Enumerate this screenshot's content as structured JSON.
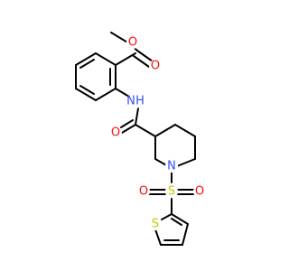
{
  "colors": {
    "bond": "#000000",
    "oxygen": "#ff0d0d",
    "nitrogen": "#3050f8",
    "sulfur": "#c8c800",
    "carbon": "#000000"
  },
  "atom_labels": {
    "ester_o_single": "O",
    "ester_o_double": "O",
    "amide_n": "N",
    "amide_h": "H",
    "amide_o": "O",
    "piperidine_n": "N",
    "sulfonyl_s": "S",
    "sulfonyl_o_left": "O",
    "sulfonyl_o_right": "O",
    "thiophene_s": "S"
  }
}
